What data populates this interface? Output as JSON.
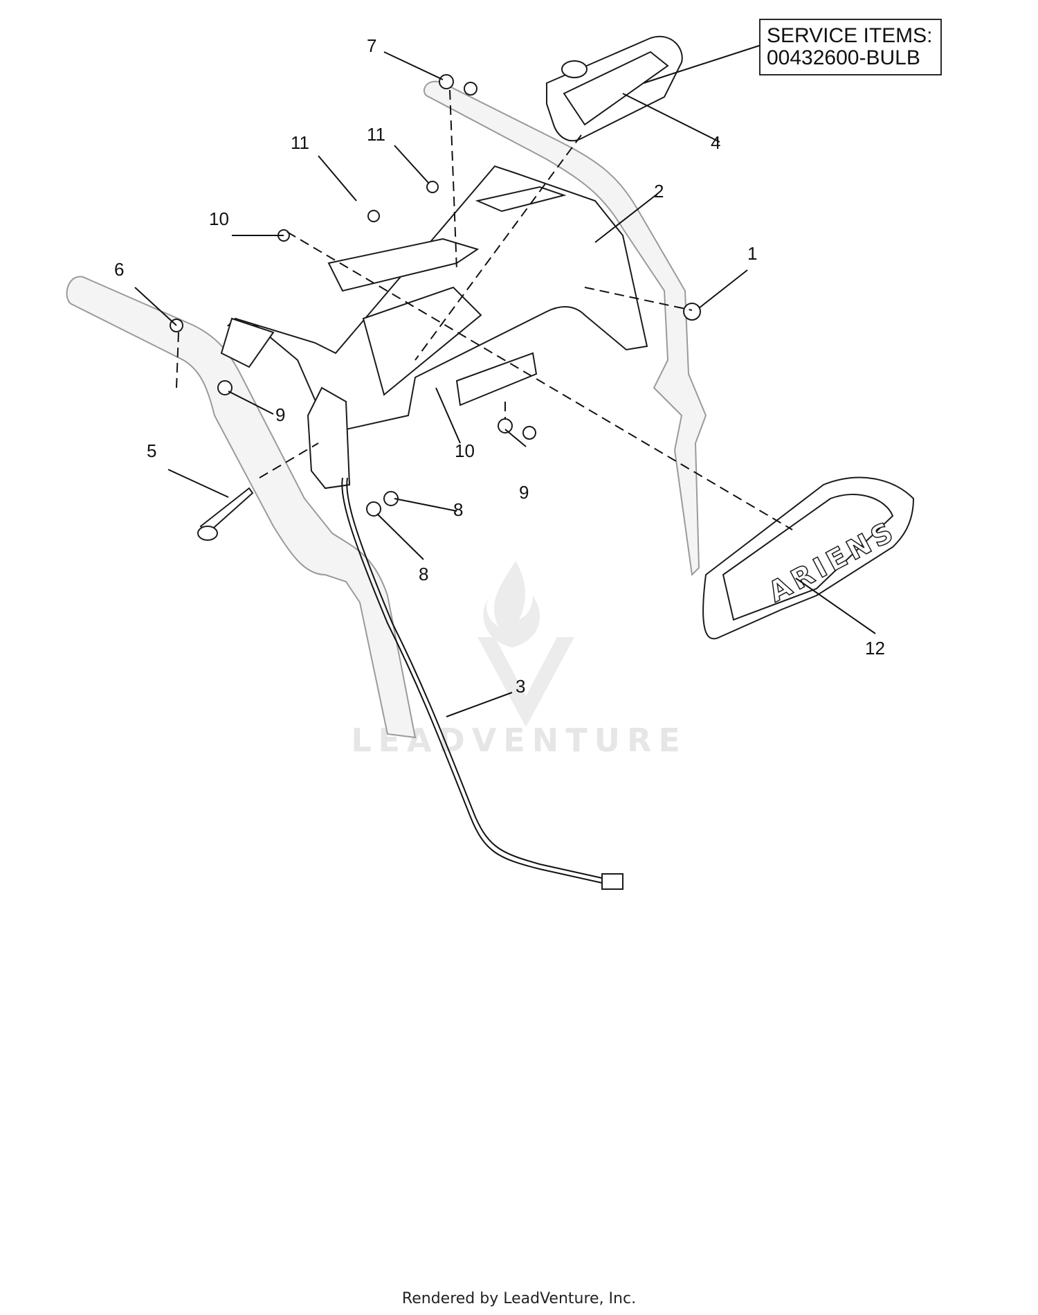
{
  "service_box": {
    "line1": "SERVICE ITEMS:",
    "line2": "00432600-BULB"
  },
  "callouts": {
    "c1": "1",
    "c2": "2",
    "c3": "3",
    "c4": "4",
    "c5": "5",
    "c6": "6",
    "c7": "7",
    "c8a": "8",
    "c8b": "8",
    "c9a": "9",
    "c9b": "9",
    "c10a": "10",
    "c10b": "10",
    "c11a": "11",
    "c11b": "11",
    "c12": "12"
  },
  "watermark": "LEADVENTURE",
  "footer": "Rendered by LeadVenture, Inc."
}
